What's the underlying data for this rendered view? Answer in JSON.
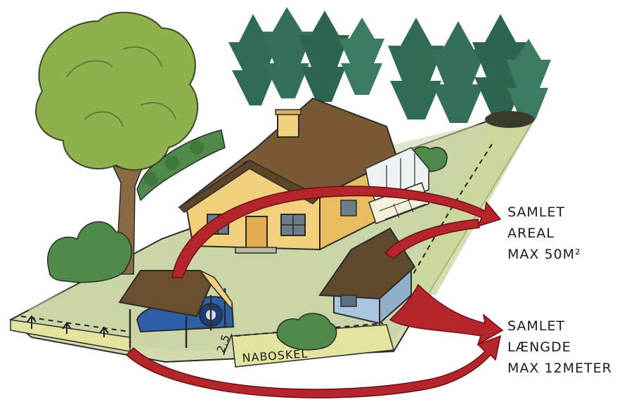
{
  "labels": {
    "area_line1": "SAMLET",
    "area_line2": "AREAL",
    "area_line3": "MAX 50M²",
    "length_line1": "SAMLET",
    "length_line2": "LÆNGDE",
    "length_line3": "MAX 12METER",
    "property_line": "NABOSKEL",
    "distance": "2,5"
  },
  "colors": {
    "arrow": "#b4252c",
    "lawn": "#cfd6a8",
    "roof": "#7a5a35",
    "house_wall": "#f1cf7d",
    "shed_wall": "#a9c6dc",
    "car": "#2f5fa8",
    "tree": "#8fb04f",
    "conifer": "#2f6b55"
  }
}
